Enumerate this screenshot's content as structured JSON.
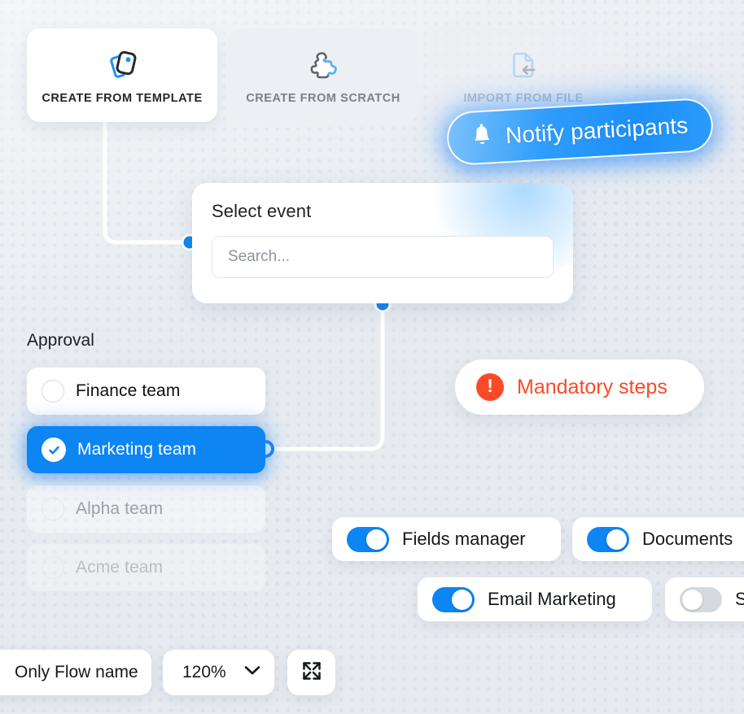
{
  "canvas": {
    "accent_blue": "#0d85f2",
    "danger_red": "#fb4a28",
    "background": "#e7ebf0"
  },
  "source_cards": [
    {
      "id": "create-from-template",
      "label": "CREATE FROM TEMPLATE",
      "icon": "template-cards-icon",
      "state": "active"
    },
    {
      "id": "create-from-scratch",
      "label": "CREATE FROM SCRATCH",
      "icon": "puzzle-piece-icon",
      "state": "dimmed"
    },
    {
      "id": "import-from-file",
      "label": "IMPORT FROM FILE",
      "icon": "file-import-icon",
      "state": "faded"
    }
  ],
  "notify": {
    "label": "Notify participants",
    "icon": "bell-icon"
  },
  "select_event": {
    "title": "Select event",
    "search_placeholder": "Search..."
  },
  "approval": {
    "title": "Approval",
    "rows": [
      {
        "label": "Finance team",
        "checked": false,
        "state": "normal"
      },
      {
        "label": "Marketing team",
        "checked": true,
        "state": "selected"
      },
      {
        "label": "Alpha team",
        "checked": false,
        "state": "faded"
      },
      {
        "label": "Acme team",
        "checked": false,
        "state": "faded-more"
      }
    ]
  },
  "mandatory": {
    "label": "Mandatory steps",
    "icon": "exclamation-circle-icon",
    "mark": "!"
  },
  "toggles": [
    {
      "label": "Fields manager",
      "on": true
    },
    {
      "label": "Documents",
      "on": true
    },
    {
      "label": "Email Marketing",
      "on": true
    },
    {
      "label": "S",
      "on": false
    }
  ],
  "toolbar": {
    "flow_name_label": "Only Flow name",
    "zoom_level": "120%",
    "chevron_icon": "chevron-down-icon",
    "fit_icon": "expand-fullscreen-icon"
  }
}
